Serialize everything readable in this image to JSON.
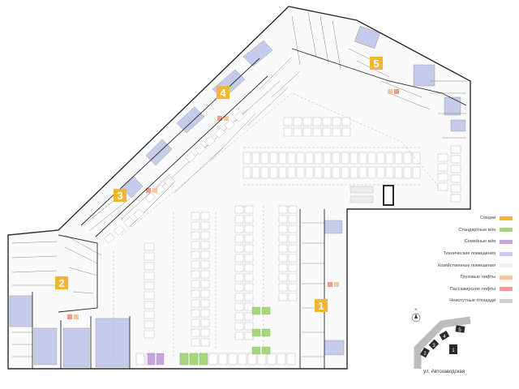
{
  "sections": [
    {
      "number": "1"
    },
    {
      "number": "2"
    },
    {
      "number": "3"
    },
    {
      "number": "4"
    },
    {
      "number": "5"
    }
  ],
  "legend": [
    {
      "label": "Секции",
      "color": "#f2b632"
    },
    {
      "label": "Стандартные м/м",
      "color": "#a6d87a"
    },
    {
      "label": "Семейные м/м",
      "color": "#c9a3dc"
    },
    {
      "label": "Технические помещения",
      "color": "#c5cbea"
    },
    {
      "label": "Хозяйственные помещения",
      "color": "#f1f1f1"
    },
    {
      "label": "Грузовые лифты",
      "color": "#f7c79a"
    },
    {
      "label": "Пассажирские лифты",
      "color": "#ef9a8a"
    },
    {
      "label": "Неиспутные площади",
      "color": "#cfcfcf"
    }
  ],
  "street": "ул. Автозаводская",
  "compass": {
    "north": "N"
  },
  "minimap": {
    "labels": [
      "5",
      "4",
      "3",
      "2",
      "1"
    ]
  },
  "colors": {
    "wall": "#2a2a2a",
    "tech": "#c5cbea",
    "section": "#f2b632",
    "standard": "#a6d87a",
    "family": "#c9a3dc",
    "freight_lift": "#f7c79a",
    "passenger_lift": "#ef9a8a"
  }
}
